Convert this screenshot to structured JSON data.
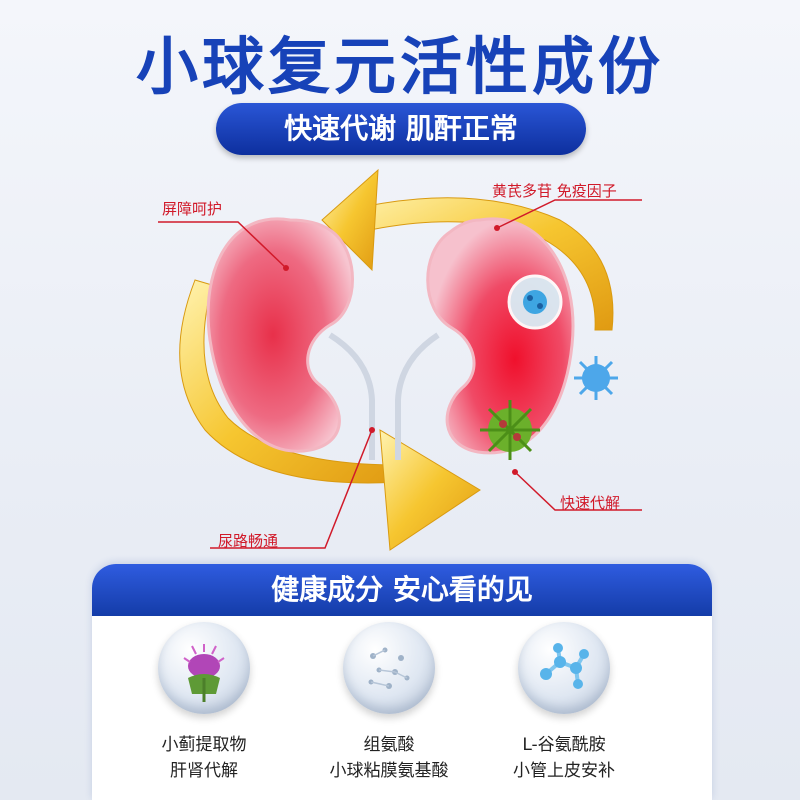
{
  "header": {
    "title": "小球复元活性成份",
    "subtitle": "快速代谢 肌酐正常"
  },
  "diagram": {
    "callouts": {
      "barrier": "屏障呵护",
      "immune": "黄芪多苷 免疫因子",
      "metabolism": "快速代解",
      "urinary": "尿路畅通"
    },
    "colors": {
      "title_blue": "#1742b8",
      "callout_red": "#d11a2a",
      "arrow_gold": "#f3c233",
      "kidney_red": "#e5344a"
    }
  },
  "ingredients_panel": {
    "header": "健康成分 安心看的见",
    "items": [
      {
        "name": "小蓟提取物",
        "desc": "肝肾代解",
        "icon": "thistle-flower-icon"
      },
      {
        "name": "组氨酸",
        "desc": "小球粘膜氨基酸",
        "icon": "molecule-crystals-icon"
      },
      {
        "name": "L-谷氨酰胺",
        "desc": "小管上皮安补",
        "icon": "molecule-structure-icon"
      }
    ]
  }
}
